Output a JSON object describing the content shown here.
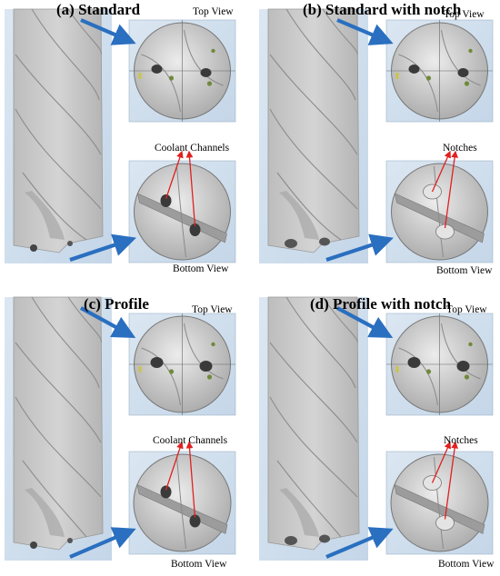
{
  "colors": {
    "view_background": "#c4d6e8",
    "drill_body": "#d4d4d4",
    "pointer_arrow": "#2a6fc0",
    "annotation_arrow": "#e02020",
    "coolant_dot": "#6f8a3a"
  },
  "panels": [
    {
      "title": "(a) Standard",
      "top_label": "Top View",
      "bottom_label": "Bottom View",
      "feature_label": "Coolant Channels",
      "notched": false,
      "profiled": false
    },
    {
      "title": "(b) Standard with notch",
      "top_label": "Top View",
      "bottom_label": "Bottom View",
      "feature_label": "Notches",
      "notched": true,
      "profiled": false
    },
    {
      "title": "(c) Profile",
      "top_label": "Top View",
      "bottom_label": "Bottom View",
      "feature_label": "Coolant Channels",
      "notched": false,
      "profiled": true
    },
    {
      "title": "(d) Profile with notch",
      "top_label": "Top View",
      "bottom_label": "Bottom View",
      "feature_label": "Notches",
      "notched": true,
      "profiled": true
    }
  ]
}
